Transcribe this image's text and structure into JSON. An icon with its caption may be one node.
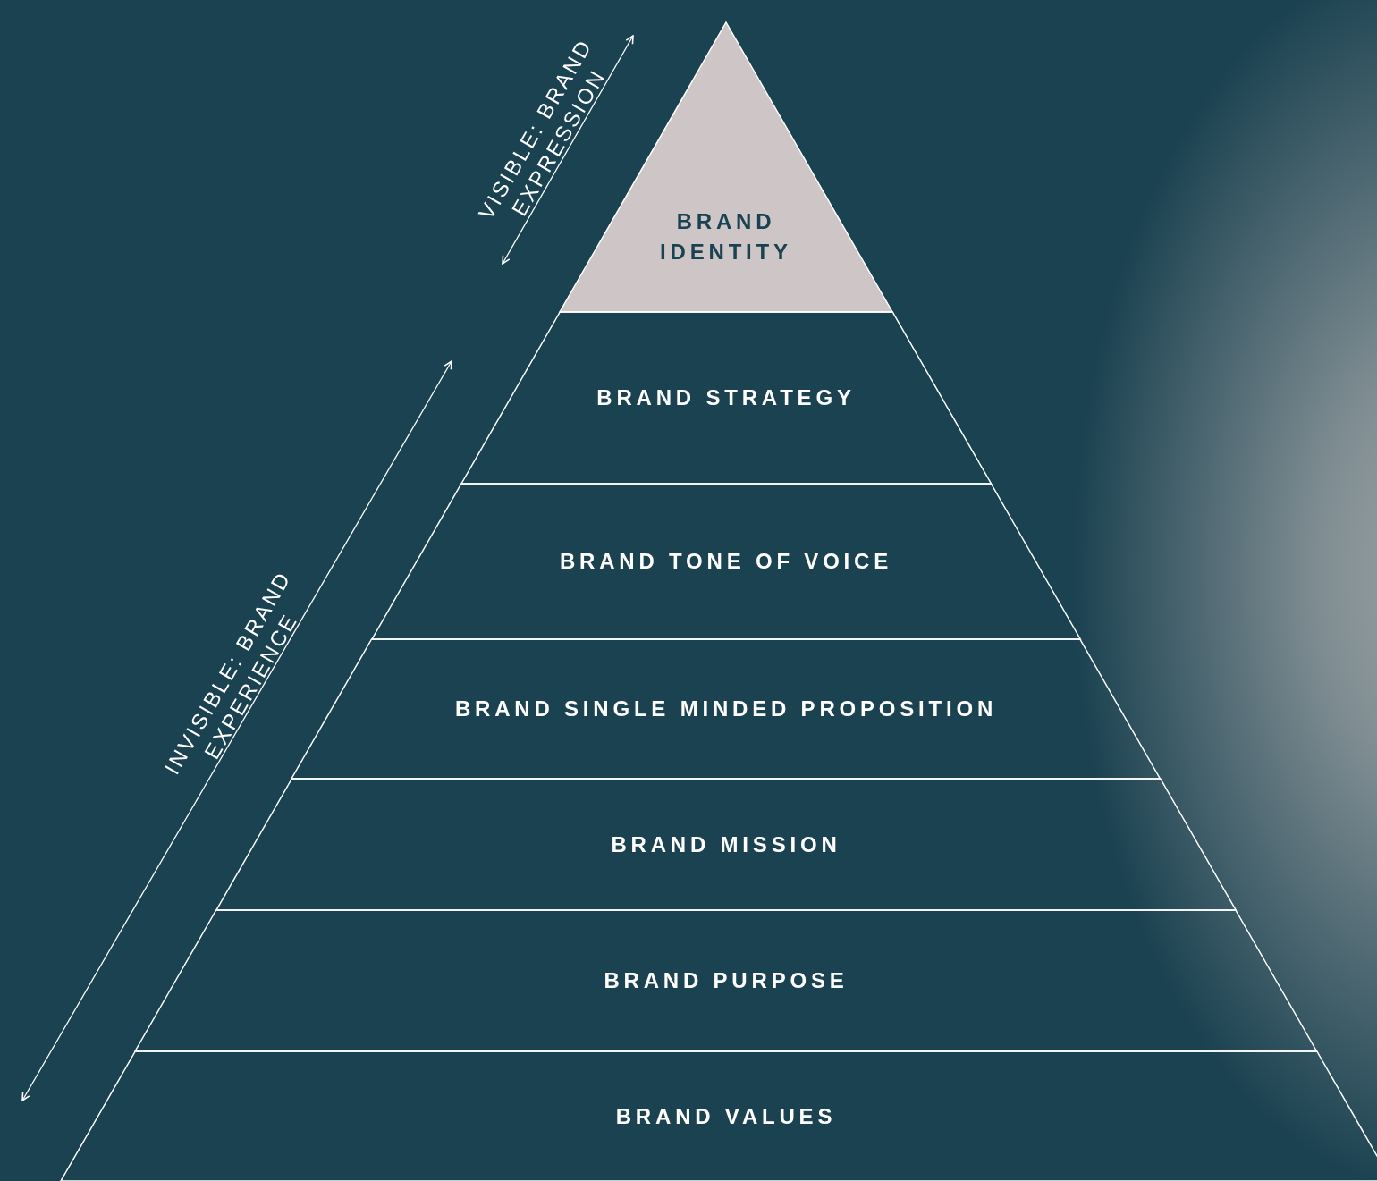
{
  "diagram": {
    "nodes": [
      {
        "text": [
          "BRAND IDENTITY"
        ]
      },
      {
        "text": [
          "BRAND STRATEGY"
        ]
      },
      {
        "text": [
          "BRAND TONE OF VOICE"
        ]
      },
      {
        "text": [
          "BRAND SINGLE MINDED PROPOSITION"
        ]
      },
      {
        "text": [
          "BRAND MISSION"
        ]
      },
      {
        "text": [
          "BRAND PURPOSE"
        ]
      },
      {
        "text": [
          "BRAND VALUES"
        ]
      }
    ],
    "labels": [
      "VISIBLE: BRAND EXPRESSION",
      "INVISIBLE: BRAND EXPERIENCE"
    ]
  }
}
